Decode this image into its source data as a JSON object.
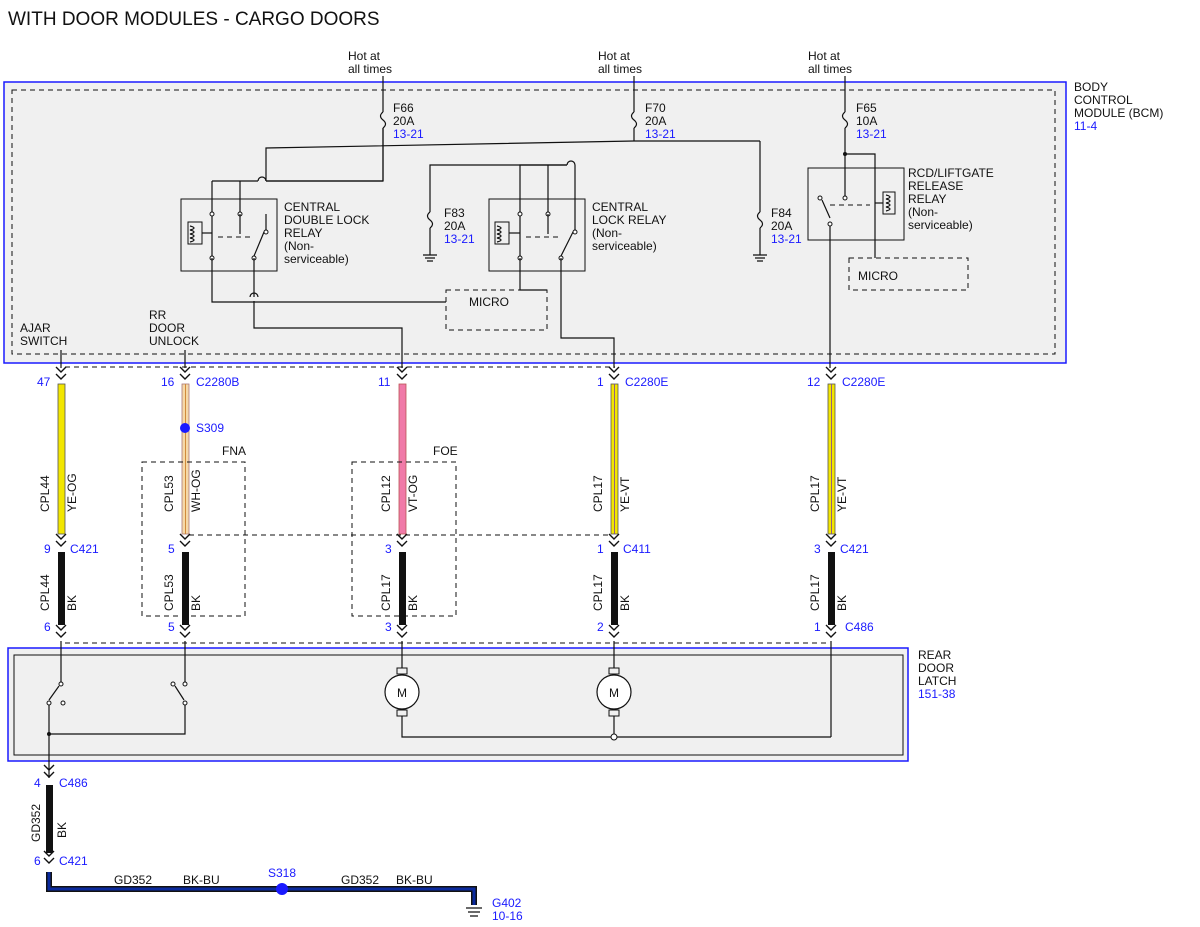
{
  "title": "WITH DOOR MODULES - CARGO DOORS",
  "colors": {
    "module_border": "#1a1aff",
    "module_fill": "#f0f0f0",
    "ref_text": "#1a1aff",
    "wire_yellow": "#f2e600",
    "wire_pink": "#f07aa8",
    "wire_tan": "#f5d8a8",
    "wire_black": "#111111",
    "wire_ground": "#0a1a6e"
  },
  "hot_at_all_times": "Hot at\nall times",
  "bcm": {
    "name": "BODY\nCONTROL\nMODULE (BCM)",
    "ref": "11-4"
  },
  "fuses": [
    {
      "id": "f66",
      "name": "F66",
      "rating": "20A",
      "ref": "13-21"
    },
    {
      "id": "f70",
      "name": "F70",
      "rating": "20A",
      "ref": "13-21"
    },
    {
      "id": "f65",
      "name": "F65",
      "rating": "10A",
      "ref": "13-21"
    },
    {
      "id": "f83",
      "name": "F83",
      "rating": "20A",
      "ref": "13-21"
    },
    {
      "id": "f84",
      "name": "F84",
      "rating": "20A",
      "ref": "13-21"
    }
  ],
  "relays": {
    "central_double_lock": "CENTRAL\nDOUBLE LOCK\nRELAY\n(Non-\nserviceable)",
    "central_lock": "CENTRAL\nLOCK RELAY\n(Non-\nserviceable)",
    "rcd_liftgate": "RCD/LIFTGATE\nRELEASE\nRELAY\n(Non-\nserviceable)"
  },
  "micro_label": "MICRO",
  "signals": {
    "ajar_switch": "AJAR\nSWITCH",
    "rr_door_unlock": "RR\nDOOR\nUNLOCK"
  },
  "columns": [
    {
      "id": "c1",
      "pin_top": "47",
      "conn_top": "",
      "circuit_top": "CPL44",
      "color_top": "YE-OG",
      "pin_mid": "9",
      "conn_mid": "C421",
      "circuit_bot": "CPL44",
      "color_bot": "BK",
      "pin_bot": "6",
      "conn_bot": ""
    },
    {
      "id": "c2",
      "pin_top": "16",
      "conn_top": "C2280B",
      "circuit_top": "CPL53",
      "color_top": "WH-OG",
      "pin_mid": "5",
      "conn_mid": "",
      "circuit_bot": "CPL53",
      "color_bot": "BK",
      "pin_bot": "5",
      "conn_bot": ""
    },
    {
      "id": "c3",
      "pin_top": "11",
      "conn_top": "",
      "circuit_top": "CPL12",
      "color_top": "VT-OG",
      "pin_mid": "3",
      "conn_mid": "",
      "circuit_bot": "CPL17",
      "color_bot": "BK",
      "pin_bot": "3",
      "conn_bot": ""
    },
    {
      "id": "c4",
      "pin_top": "1",
      "conn_top": "C2280E",
      "circuit_top": "CPL17",
      "color_top": "YE-VT",
      "pin_mid": "1",
      "conn_mid": "C411",
      "circuit_bot": "CPL17",
      "color_bot": "BK",
      "pin_bot": "2",
      "conn_bot": ""
    },
    {
      "id": "c5",
      "pin_top": "12",
      "conn_top": "C2280E",
      "circuit_top": "CPL17",
      "color_top": "YE-VT",
      "pin_mid": "3",
      "conn_mid": "C421",
      "circuit_bot": "CPL17",
      "color_bot": "BK",
      "pin_bot": "1",
      "conn_bot": "C486"
    }
  ],
  "splice_s309": "S309",
  "option_fna": "FNA",
  "option_foe": "FOE",
  "motor_symbol": "M",
  "rear_door_latch": {
    "name": "REAR\nDOOR\nLATCH",
    "ref": "151-38"
  },
  "ground_branch": {
    "pin_top": "4",
    "conn_top": "C486",
    "circuit": "GD352",
    "color": "BK",
    "pin_bot": "6",
    "conn_bot": "C421"
  },
  "ground_run": {
    "circuit_left": "GD352",
    "color_left": "BK-BU",
    "splice": "S318",
    "circuit_right": "GD352",
    "color_right": "BK-BU",
    "ground_id": "G402",
    "ground_ref": "10-16"
  }
}
